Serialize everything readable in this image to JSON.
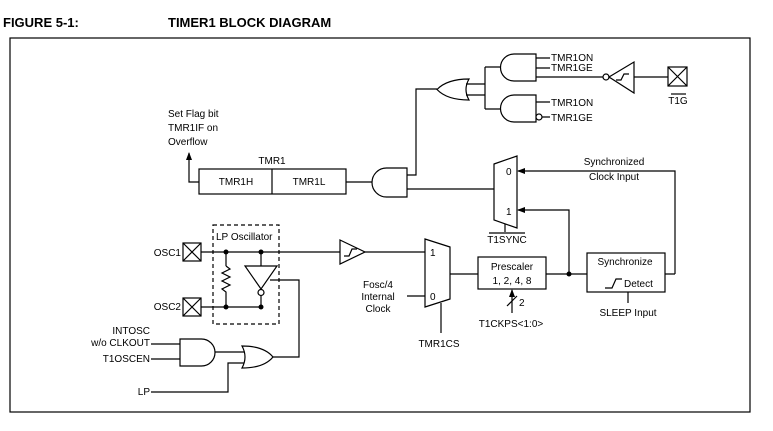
{
  "figure": {
    "number": "FIGURE 5-1:",
    "title": "TIMER1 BLOCK DIAGRAM"
  },
  "register": {
    "name": "TMR1",
    "high": "TMR1H",
    "low": "TMR1L"
  },
  "overflow": {
    "line1": "Set Flag bit",
    "line2": "TMR1IF on",
    "line3": "Overflow"
  },
  "gate": {
    "and1_in1": "TMR1ON",
    "and1_in2": "TMR1GE",
    "and2_in1": "TMR1ON",
    "and2_in2": "TMR1GE",
    "pin": "T1G"
  },
  "sync_mux": {
    "in0": "0",
    "in1": "1",
    "select": "T1SYNC"
  },
  "sync_clock": {
    "line1": "Synchronized",
    "line2": "Clock Input"
  },
  "oscillator": {
    "label": "LP Oscillator",
    "osc1": "OSC1",
    "osc2": "OSC2"
  },
  "enable_logic": {
    "intosc1": "INTOSC",
    "intosc2": "w/o CLKOUT",
    "t1oscen": "T1OSCEN",
    "lp": "LP"
  },
  "clock_mux": {
    "in1": "1",
    "in0": "0",
    "select": "TMR1CS",
    "fosc1": "Fosc/4",
    "fosc2": "Internal",
    "fosc3": "Clock"
  },
  "prescaler": {
    "title": "Prescaler",
    "values": "1, 2, 4, 8",
    "bus_width": "2",
    "control": "T1CKPS<1:0>"
  },
  "synchronize": {
    "title": "Synchronize",
    "detect": "Detect",
    "sleep": "SLEEP Input"
  }
}
